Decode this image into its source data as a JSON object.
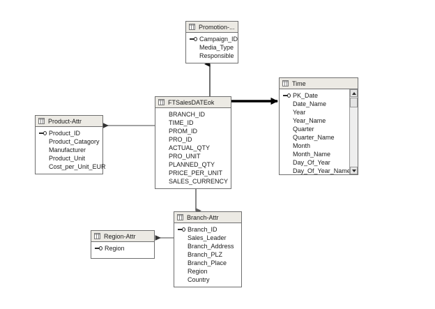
{
  "diagram": {
    "type": "entity-relationship-star-schema",
    "background": "#ffffff",
    "line_color_thin": "#6b6b6b",
    "line_color_thick": "#000000",
    "header_fill": "#eceae4",
    "border_color": "#6e6e6e"
  },
  "entities": {
    "promotion": {
      "title": "Promotion-...",
      "fields": [
        {
          "name": "Campaign_ID",
          "pk": true
        },
        {
          "name": "Media_Type",
          "pk": false
        },
        {
          "name": "Responsible",
          "pk": false
        }
      ]
    },
    "time": {
      "title": "Time",
      "has_scrollbar": true,
      "fields": [
        {
          "name": "PK_Date",
          "pk": true
        },
        {
          "name": "Date_Name",
          "pk": false
        },
        {
          "name": "Year",
          "pk": false
        },
        {
          "name": "Year_Name",
          "pk": false
        },
        {
          "name": "Quarter",
          "pk": false
        },
        {
          "name": "Quarter_Name",
          "pk": false
        },
        {
          "name": "Month",
          "pk": false
        },
        {
          "name": "Month_Name",
          "pk": false
        },
        {
          "name": "Day_Of_Year",
          "pk": false
        },
        {
          "name": "Day_Of_Year_Name",
          "pk": false
        }
      ]
    },
    "fact": {
      "title": "FTSalesDATEok",
      "fields": [
        {
          "name": "BRANCH_ID",
          "pk": false
        },
        {
          "name": "TIME_ID",
          "pk": false
        },
        {
          "name": "PROM_ID",
          "pk": false
        },
        {
          "name": "PRO_ID",
          "pk": false
        },
        {
          "name": "ACTUAL_QTY",
          "pk": false
        },
        {
          "name": "PRO_UNIT",
          "pk": false
        },
        {
          "name": "PLANNED_QTY",
          "pk": false
        },
        {
          "name": "PRICE_PER_UNIT",
          "pk": false
        },
        {
          "name": "SALES_CURRENCY",
          "pk": false
        }
      ]
    },
    "product": {
      "title": "Product-Attr",
      "fields": [
        {
          "name": "Product_ID",
          "pk": true
        },
        {
          "name": "Product_Catagory",
          "pk": false
        },
        {
          "name": "Manufacturer",
          "pk": false
        },
        {
          "name": "Product_Unit",
          "pk": false
        },
        {
          "name": "Cost_per_Unit_EUR",
          "pk": false
        }
      ]
    },
    "branch": {
      "title": "Branch-Attr",
      "fields": [
        {
          "name": "Branch_ID",
          "pk": true
        },
        {
          "name": "Sales_Leader",
          "pk": false
        },
        {
          "name": "Branch_Address",
          "pk": false
        },
        {
          "name": "Branch_PLZ",
          "pk": false
        },
        {
          "name": "Branch_Place",
          "pk": false
        },
        {
          "name": "Region",
          "pk": false
        },
        {
          "name": "Country",
          "pk": false
        }
      ]
    },
    "region": {
      "title": "Region-Attr",
      "fields": [
        {
          "name": "Region",
          "pk": true
        }
      ]
    }
  },
  "relationships": [
    {
      "from": "fact",
      "to": "promotion",
      "style": "thin",
      "direction": "up"
    },
    {
      "from": "fact",
      "to": "time",
      "style": "thick",
      "direction": "right"
    },
    {
      "from": "fact",
      "to": "product",
      "style": "thin",
      "direction": "left"
    },
    {
      "from": "fact",
      "to": "branch",
      "style": "thin",
      "direction": "down"
    },
    {
      "from": "branch",
      "to": "region",
      "style": "thin",
      "direction": "left"
    }
  ]
}
